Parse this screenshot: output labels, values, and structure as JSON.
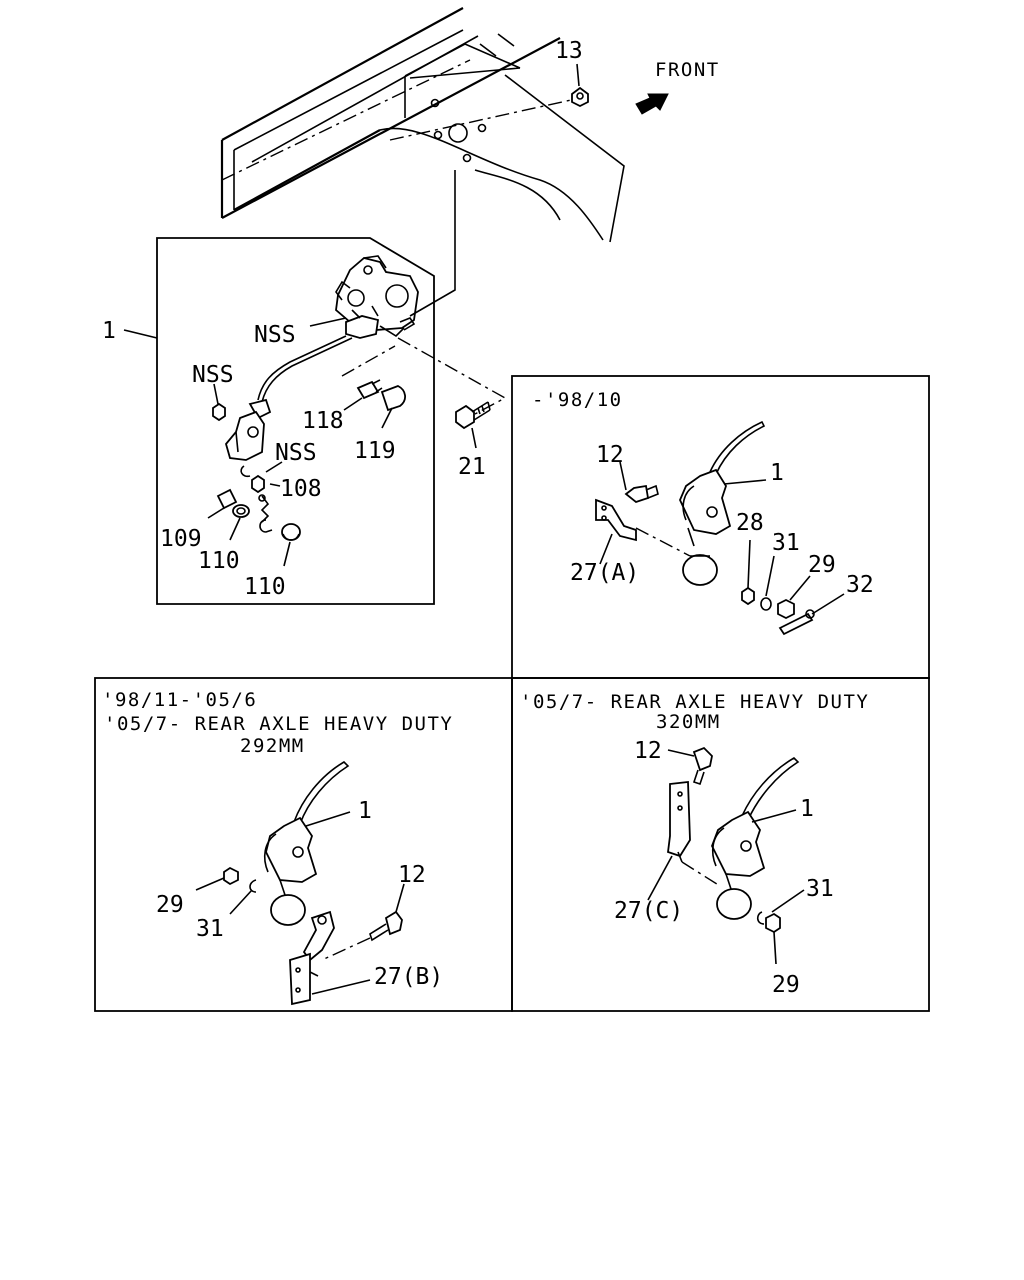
{
  "front_label": "FRONT",
  "main_group": {
    "part_1": "1",
    "nss_a": "NSS",
    "nss_b": "NSS",
    "nss_c": "NSS",
    "part_13": "13",
    "part_108": "108",
    "part_109": "109",
    "part_110_a": "110",
    "part_110_b": "110",
    "part_118": "118",
    "part_119": "119",
    "part_21": "21"
  },
  "panel_a": {
    "caption": "-'98/10",
    "part_12": "12",
    "part_1": "1",
    "part_28": "28",
    "part_31": "31",
    "part_29": "29",
    "part_32": "32",
    "part_27a": "27(A)"
  },
  "panel_b": {
    "caption_line1": "'98/11-'05/6",
    "caption_line2": "'05/7- REAR AXLE HEAVY DUTY",
    "caption_line3": "292MM",
    "part_1": "1",
    "part_12": "12",
    "part_29": "29",
    "part_31": "31",
    "part_27b": "27(B)"
  },
  "panel_c": {
    "caption_line1": "'05/7- REAR AXLE HEAVY DUTY",
    "caption_line2": "320MM",
    "part_12": "12",
    "part_1": "1",
    "part_31": "31",
    "part_27c": "27(C)",
    "part_29": "29"
  }
}
